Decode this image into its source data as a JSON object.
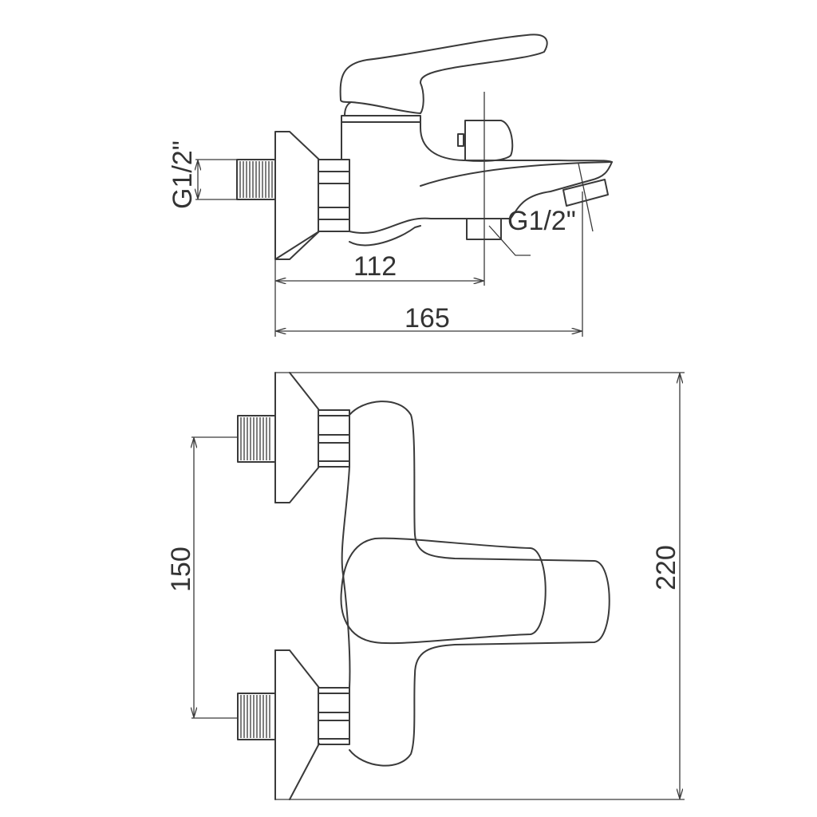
{
  "drawing": {
    "side_view": {
      "inlet_thread_label": "G1/2\"",
      "outlet_thread_label": "G1/2\"",
      "dim_inlet_to_outlet": "112",
      "dim_total_depth": "165"
    },
    "front_view": {
      "dim_inlet_spacing": "150",
      "dim_total_height": "220"
    },
    "line_color": "#3a3a3a"
  }
}
